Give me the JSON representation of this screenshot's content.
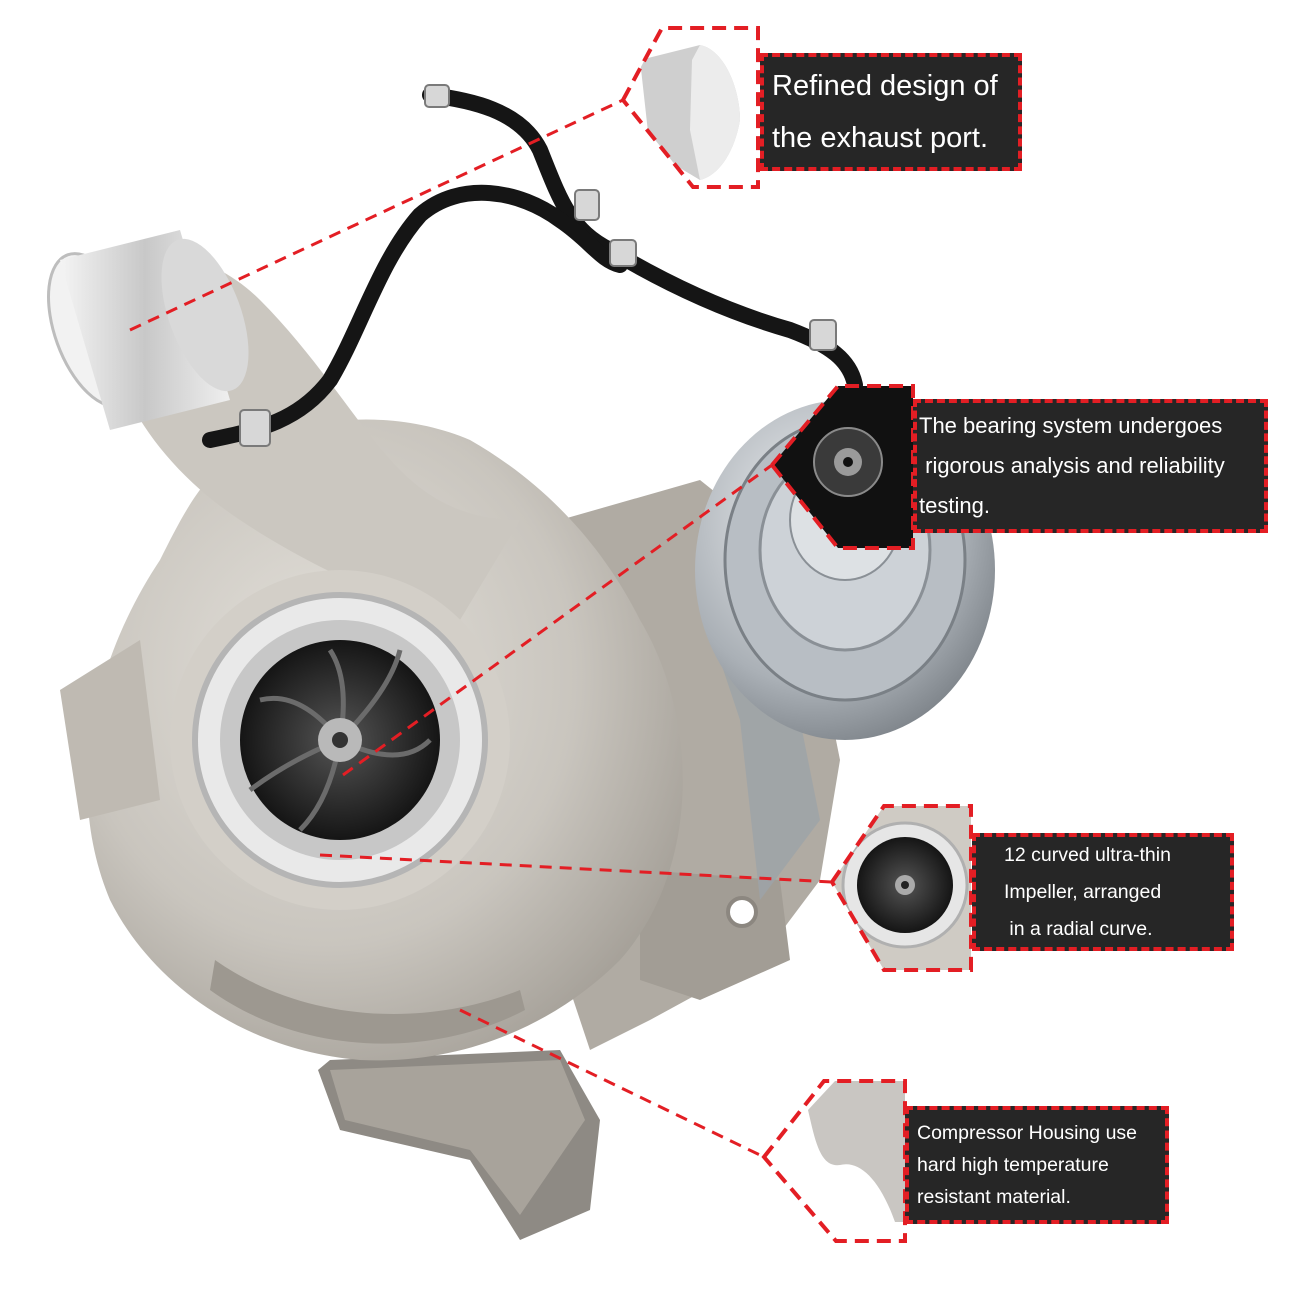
{
  "product": {
    "name": "Turbocharger",
    "subject_icon": "turbocharger-illustration"
  },
  "colors": {
    "accent_red": "#e31e24",
    "box_bg": "#262626",
    "text": "#ffffff",
    "metal_light": "#d8d5cf",
    "metal_mid": "#bdb8b0",
    "metal_dark": "#8f8a82",
    "hose": "#1a1a1a"
  },
  "callouts": [
    {
      "id": "exhaust-port",
      "lines": [
        "Refined design of",
        "the exhaust port."
      ],
      "thumbnail": "exhaust-port-detail"
    },
    {
      "id": "bearing-system",
      "lines": [
        "The bearing system undergoes",
        " rigorous analysis and reliability",
        "testing."
      ],
      "thumbnail": "bearing-shaft-detail"
    },
    {
      "id": "impeller",
      "lines": [
        "12 curved ultra-thin",
        "Impeller, arranged",
        " in a radial curve."
      ],
      "thumbnail": "compressor-impeller-detail"
    },
    {
      "id": "compressor-housing",
      "lines": [
        "Compressor Housing use",
        "hard high temperature",
        "resistant material."
      ],
      "thumbnail": "housing-material-detail"
    }
  ]
}
